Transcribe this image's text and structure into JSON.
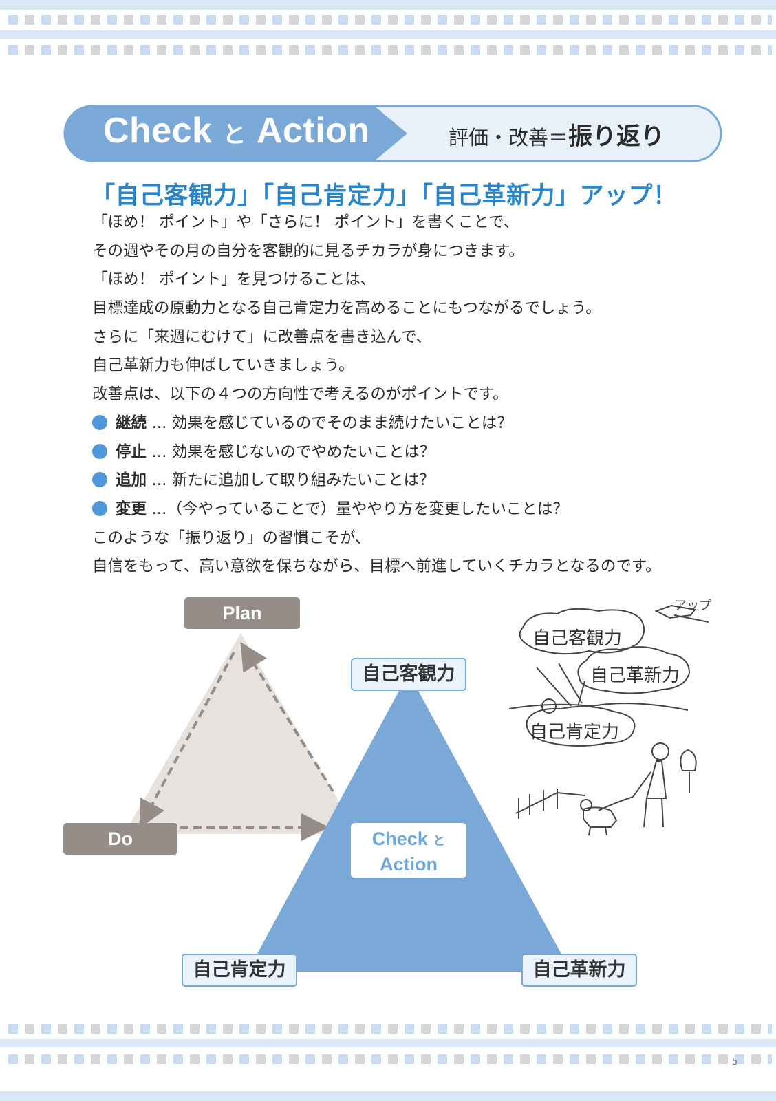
{
  "header": {
    "title_a": "Check",
    "title_to": "と",
    "title_b": "Action",
    "subtitle_a": "評価・改善＝",
    "subtitle_b": "振り返り"
  },
  "headline": "「自己客観力」「自己肯定力」「自己革新力」アップ！",
  "body_lines": [
    "「ほめ！ ポイント」や「さらに！ ポイント」を書くことで、",
    "その週やその月の自分を客観的に見るチカラが身につきます。",
    "「ほめ！ ポイント」を見つけることは、",
    "目標達成の原動力となる自己肯定力を高めることにもつながるでしょう。",
    "さらに「来週にむけて」に改善点を書き込んで、",
    "自己革新力も伸ばしていきましょう。",
    "改善点は、以下の４つの方向性で考えるのがポイントです。"
  ],
  "bullets": [
    {
      "term": "継続",
      "text": "… 効果を感じているのでそのまま続けたいことは？"
    },
    {
      "term": "停止",
      "text": "… 効果を感じないのでやめたいことは？"
    },
    {
      "term": "追加",
      "text": "… 新たに追加して取り組みたいことは？"
    },
    {
      "term": "変更",
      "text": "…（今やっていることで）量ややり方を変更したいことは？"
    }
  ],
  "closing_lines": [
    "このような「振り返り」の習慣こそが、",
    "自信をもって、高い意欲を保ちながら、目標へ前進していくチカラとなるのです。"
  ],
  "diagram": {
    "plan": "Plan",
    "do": "Do",
    "center_a": "Check",
    "center_to": "と",
    "center_b": "Action",
    "top": "自己客観力",
    "left": "自己肯定力",
    "right": "自己革新力"
  },
  "illustration": {
    "up": "アップ",
    "c1": "自己客観力",
    "c2": "自己革新力",
    "c3": "自己肯定力"
  },
  "page_number": "5",
  "colors": {
    "accent_blue": "#7aa9d8",
    "headline_blue": "#2a86c8",
    "gray": "#968d89"
  }
}
